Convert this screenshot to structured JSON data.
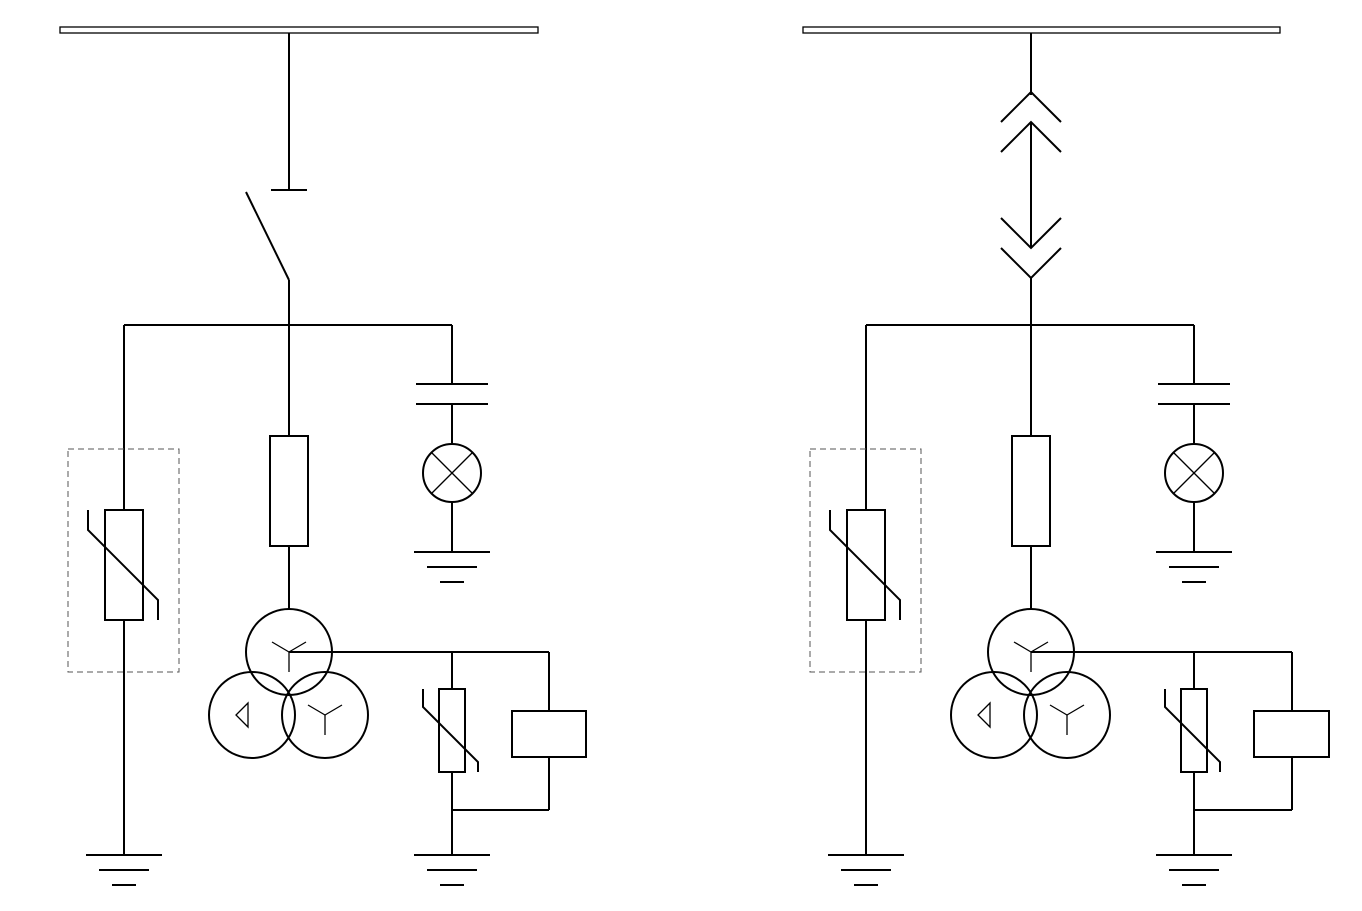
{
  "diagram": {
    "type": "electrical single-line diagram",
    "stroke_color": "#000000",
    "frame_color": "#555555",
    "background": "#ffffff",
    "circuits": [
      {
        "id": "left",
        "switching_device": "disconnector",
        "components": [
          "busbar",
          "disconnector",
          "surge-arrester",
          "fuse",
          "voltage-transformer-star-delta-star",
          "capacitor",
          "indicator-lamp",
          "secondary-varistor",
          "relay-coil",
          "earth"
        ]
      },
      {
        "id": "right",
        "switching_device": "withdrawable-contact",
        "components": [
          "busbar",
          "withdrawable-contact",
          "surge-arrester",
          "fuse",
          "voltage-transformer-star-delta-star",
          "capacitor",
          "indicator-lamp",
          "secondary-varistor",
          "relay-coil",
          "earth"
        ]
      }
    ]
  }
}
